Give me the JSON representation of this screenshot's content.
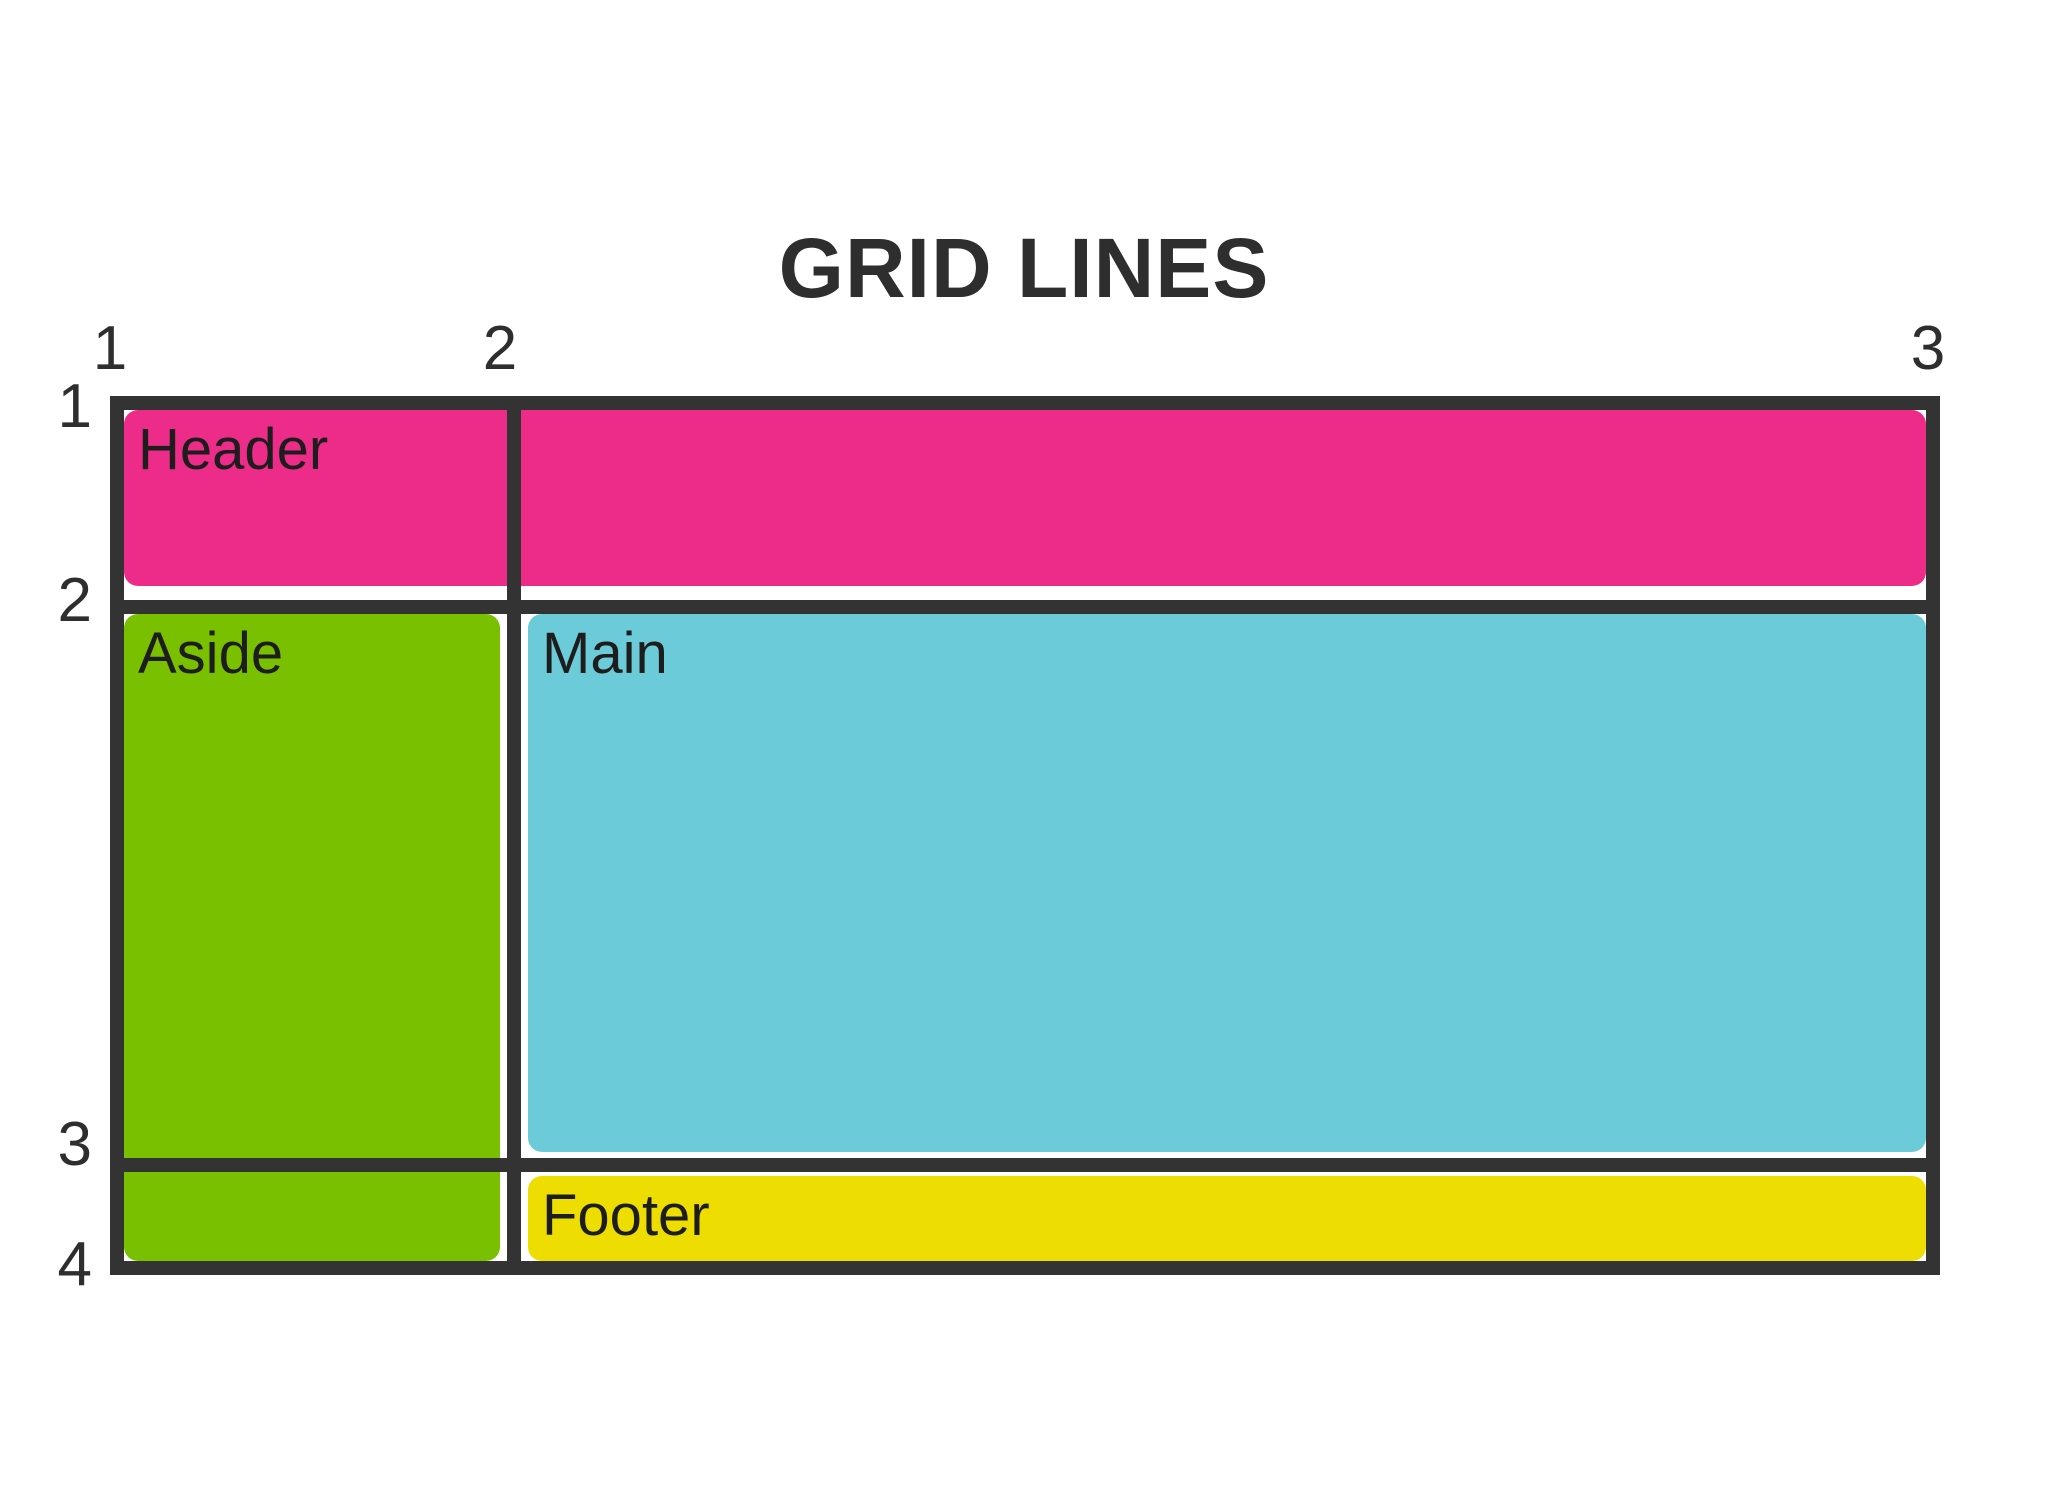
{
  "title": "GRID LINES",
  "colors": {
    "border": "#333333",
    "text": "#1d1d1d",
    "title": "#2e2e2e",
    "background": "#ffffff",
    "header": "#ED2C8A",
    "aside": "#78C000",
    "main": "#6CCBD8",
    "footer": "#EDDD00"
  },
  "column_lines": [
    {
      "number": "1"
    },
    {
      "number": "2"
    },
    {
      "number": "3"
    }
  ],
  "row_lines": [
    {
      "number": "1"
    },
    {
      "number": "2"
    },
    {
      "number": "3"
    },
    {
      "number": "4"
    }
  ],
  "areas": [
    {
      "label": "Header",
      "color": "#ED2C8A",
      "column_start": 1,
      "column_end": 3,
      "row_start": 1,
      "row_end": 2
    },
    {
      "label": "Aside",
      "color": "#78C000",
      "column_start": 1,
      "column_end": 2,
      "row_start": 2,
      "row_end": 4
    },
    {
      "label": "Main",
      "color": "#6CCBD8",
      "column_start": 2,
      "column_end": 3,
      "row_start": 2,
      "row_end": 3
    },
    {
      "label": "Footer",
      "color": "#EDDD00",
      "column_start": 2,
      "column_end": 3,
      "row_start": 3,
      "row_end": 4
    }
  ]
}
